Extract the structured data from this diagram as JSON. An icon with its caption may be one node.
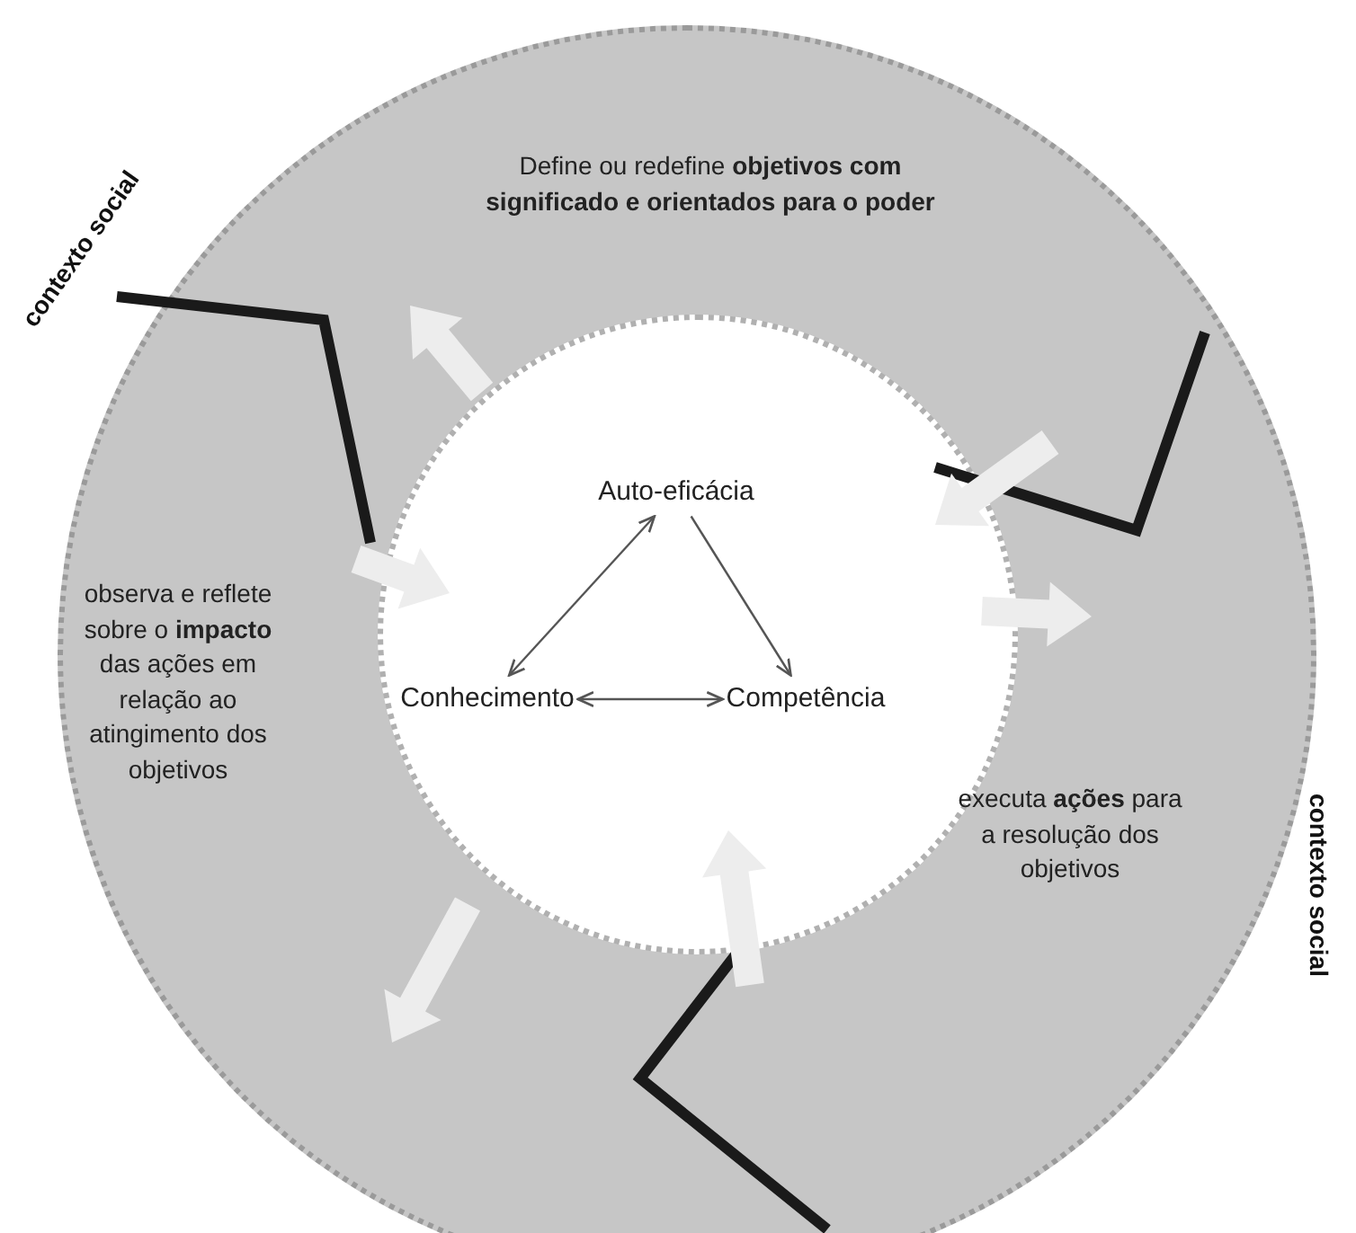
{
  "diagram": {
    "nodes": [
      {
        "text": [
          "Define ou redefine **objetivos com significado e orientados para o poder**",
          "observa e reflete sobre o **impacto** das ações em relação ao atingimento dos objetivos",
          "executa **ações** para a resolução dos objetivos"
        ]
      },
      {
        "text": [],
        "shape": "circle",
        "in": 0
      },
      {
        "text": [
          "Auto-eficácia"
        ],
        "in": 1
      },
      {
        "text": [
          "Conhecimento"
        ],
        "in": 1
      },
      {
        "text": [
          "Competência"
        ],
        "in": 1
      }
    ],
    "edges": [
      {
        "from": 3,
        "to": 2,
        "arrow": "both"
      },
      {
        "from": 2,
        "to": 4,
        "arrow": "to"
      },
      {
        "from": 3,
        "to": 4,
        "arrow": "both"
      }
    ],
    "labels": [
      "contexto social",
      "contexto social"
    ]
  }
}
